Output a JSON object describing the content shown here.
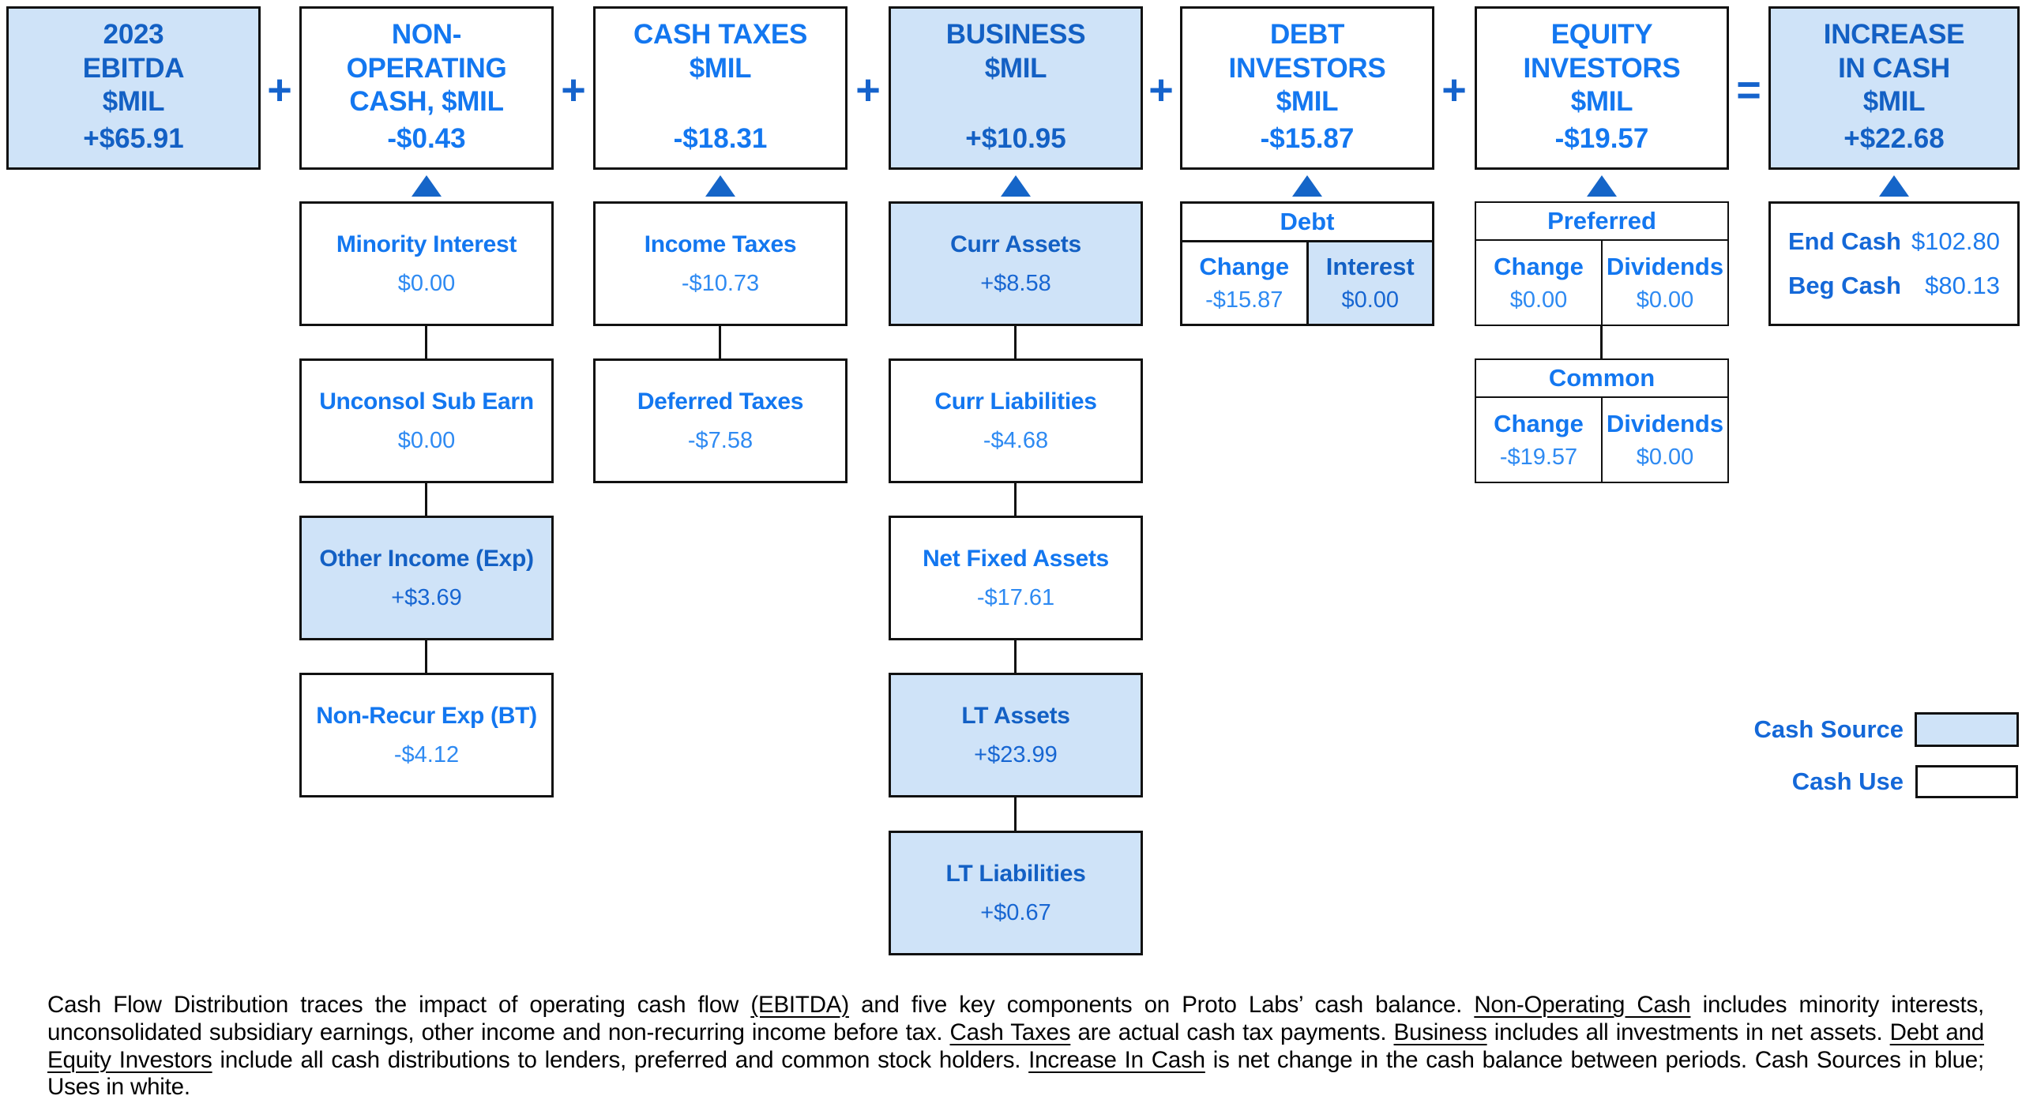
{
  "top_row": [
    {
      "title": "2023\nEBITDA\n$MIL",
      "value": "+$65.91"
    },
    {
      "title": "NON-\nOPERATING\nCASH, $MIL",
      "value": "-$0.43"
    },
    {
      "title": "CASH TAXES\n$MIL",
      "value": "-$18.31"
    },
    {
      "title": "BUSINESS\n$MIL",
      "value": "+$10.95"
    },
    {
      "title": "DEBT\nINVESTORS\n$MIL",
      "value": "-$15.87"
    },
    {
      "title": "EQUITY\nINVESTORS\n$MIL",
      "value": "-$19.57"
    },
    {
      "title": "INCREASE\nIN CASH\n$MIL",
      "value": "+$22.68"
    }
  ],
  "operators": [
    "+",
    "+",
    "+",
    "+",
    "+",
    "="
  ],
  "non_operating_column": [
    {
      "label": "Minority Interest",
      "value": "$0.00"
    },
    {
      "label": "Unconsol Sub Earn",
      "value": "$0.00"
    },
    {
      "label": "Other Income (Exp)",
      "value": "+$3.69"
    },
    {
      "label": "Non-Recur Exp (BT)",
      "value": "-$4.12"
    }
  ],
  "cash_taxes_column": [
    {
      "label": "Income Taxes",
      "value": "-$10.73"
    },
    {
      "label": "Deferred Taxes",
      "value": "-$7.58"
    }
  ],
  "business_column": [
    {
      "label": "Curr Assets",
      "value": "+$8.58"
    },
    {
      "label": "Curr Liabilities",
      "value": "-$4.68"
    },
    {
      "label": "Net Fixed Assets",
      "value": "-$17.61"
    },
    {
      "label": "LT Assets",
      "value": "+$23.99"
    },
    {
      "label": "LT Liabilities",
      "value": "+$0.67"
    }
  ],
  "debt_table": {
    "header": "Debt",
    "change_label": "Change",
    "change_value": "-$15.87",
    "interest_label": "Interest",
    "interest_value": "$0.00"
  },
  "preferred_table": {
    "header": "Preferred",
    "change_label": "Change",
    "change_value": "$0.00",
    "dividends_label": "Dividends",
    "dividends_value": "$0.00"
  },
  "common_table": {
    "header": "Common",
    "change_label": "Change",
    "change_value": "-$19.57",
    "dividends_label": "Dividends",
    "dividends_value": "$0.00"
  },
  "cash_summary": {
    "end_label": "End Cash",
    "end_value": "$102.80",
    "beg_label": "Beg Cash",
    "beg_value": "$80.13"
  },
  "legend": {
    "source_label": "Cash Source",
    "use_label": "Cash Use"
  },
  "colors": {
    "cash_source_fill": "#cfe3f8",
    "cash_use_fill": "#ffffff",
    "accent_blue": "#1377f0"
  },
  "footnote": {
    "s1": "Cash Flow Distribution traces the impact of operating cash flow ",
    "u1": "(EBITDA)",
    "s2": " and five key components on Proto Labs’ cash balance.  ",
    "u2": "Non-Operating Cash",
    "s3": " includes minority interests, unconsolidated subsidiary earnings, other income and non-recurring income before tax.  ",
    "u3": "Cash Taxes",
    "s4": " are actual cash tax payments.  ",
    "u4": "Business",
    "s5": " includes all investments in net assets.  ",
    "u5": "Debt and Equity Investors",
    "s6": " include all cash distributions to lenders, preferred and common stock holders.  ",
    "u6": "Increase In Cash",
    "s7": " is net change in the cash balance between periods.  Cash Sources in blue;  Uses in white."
  }
}
